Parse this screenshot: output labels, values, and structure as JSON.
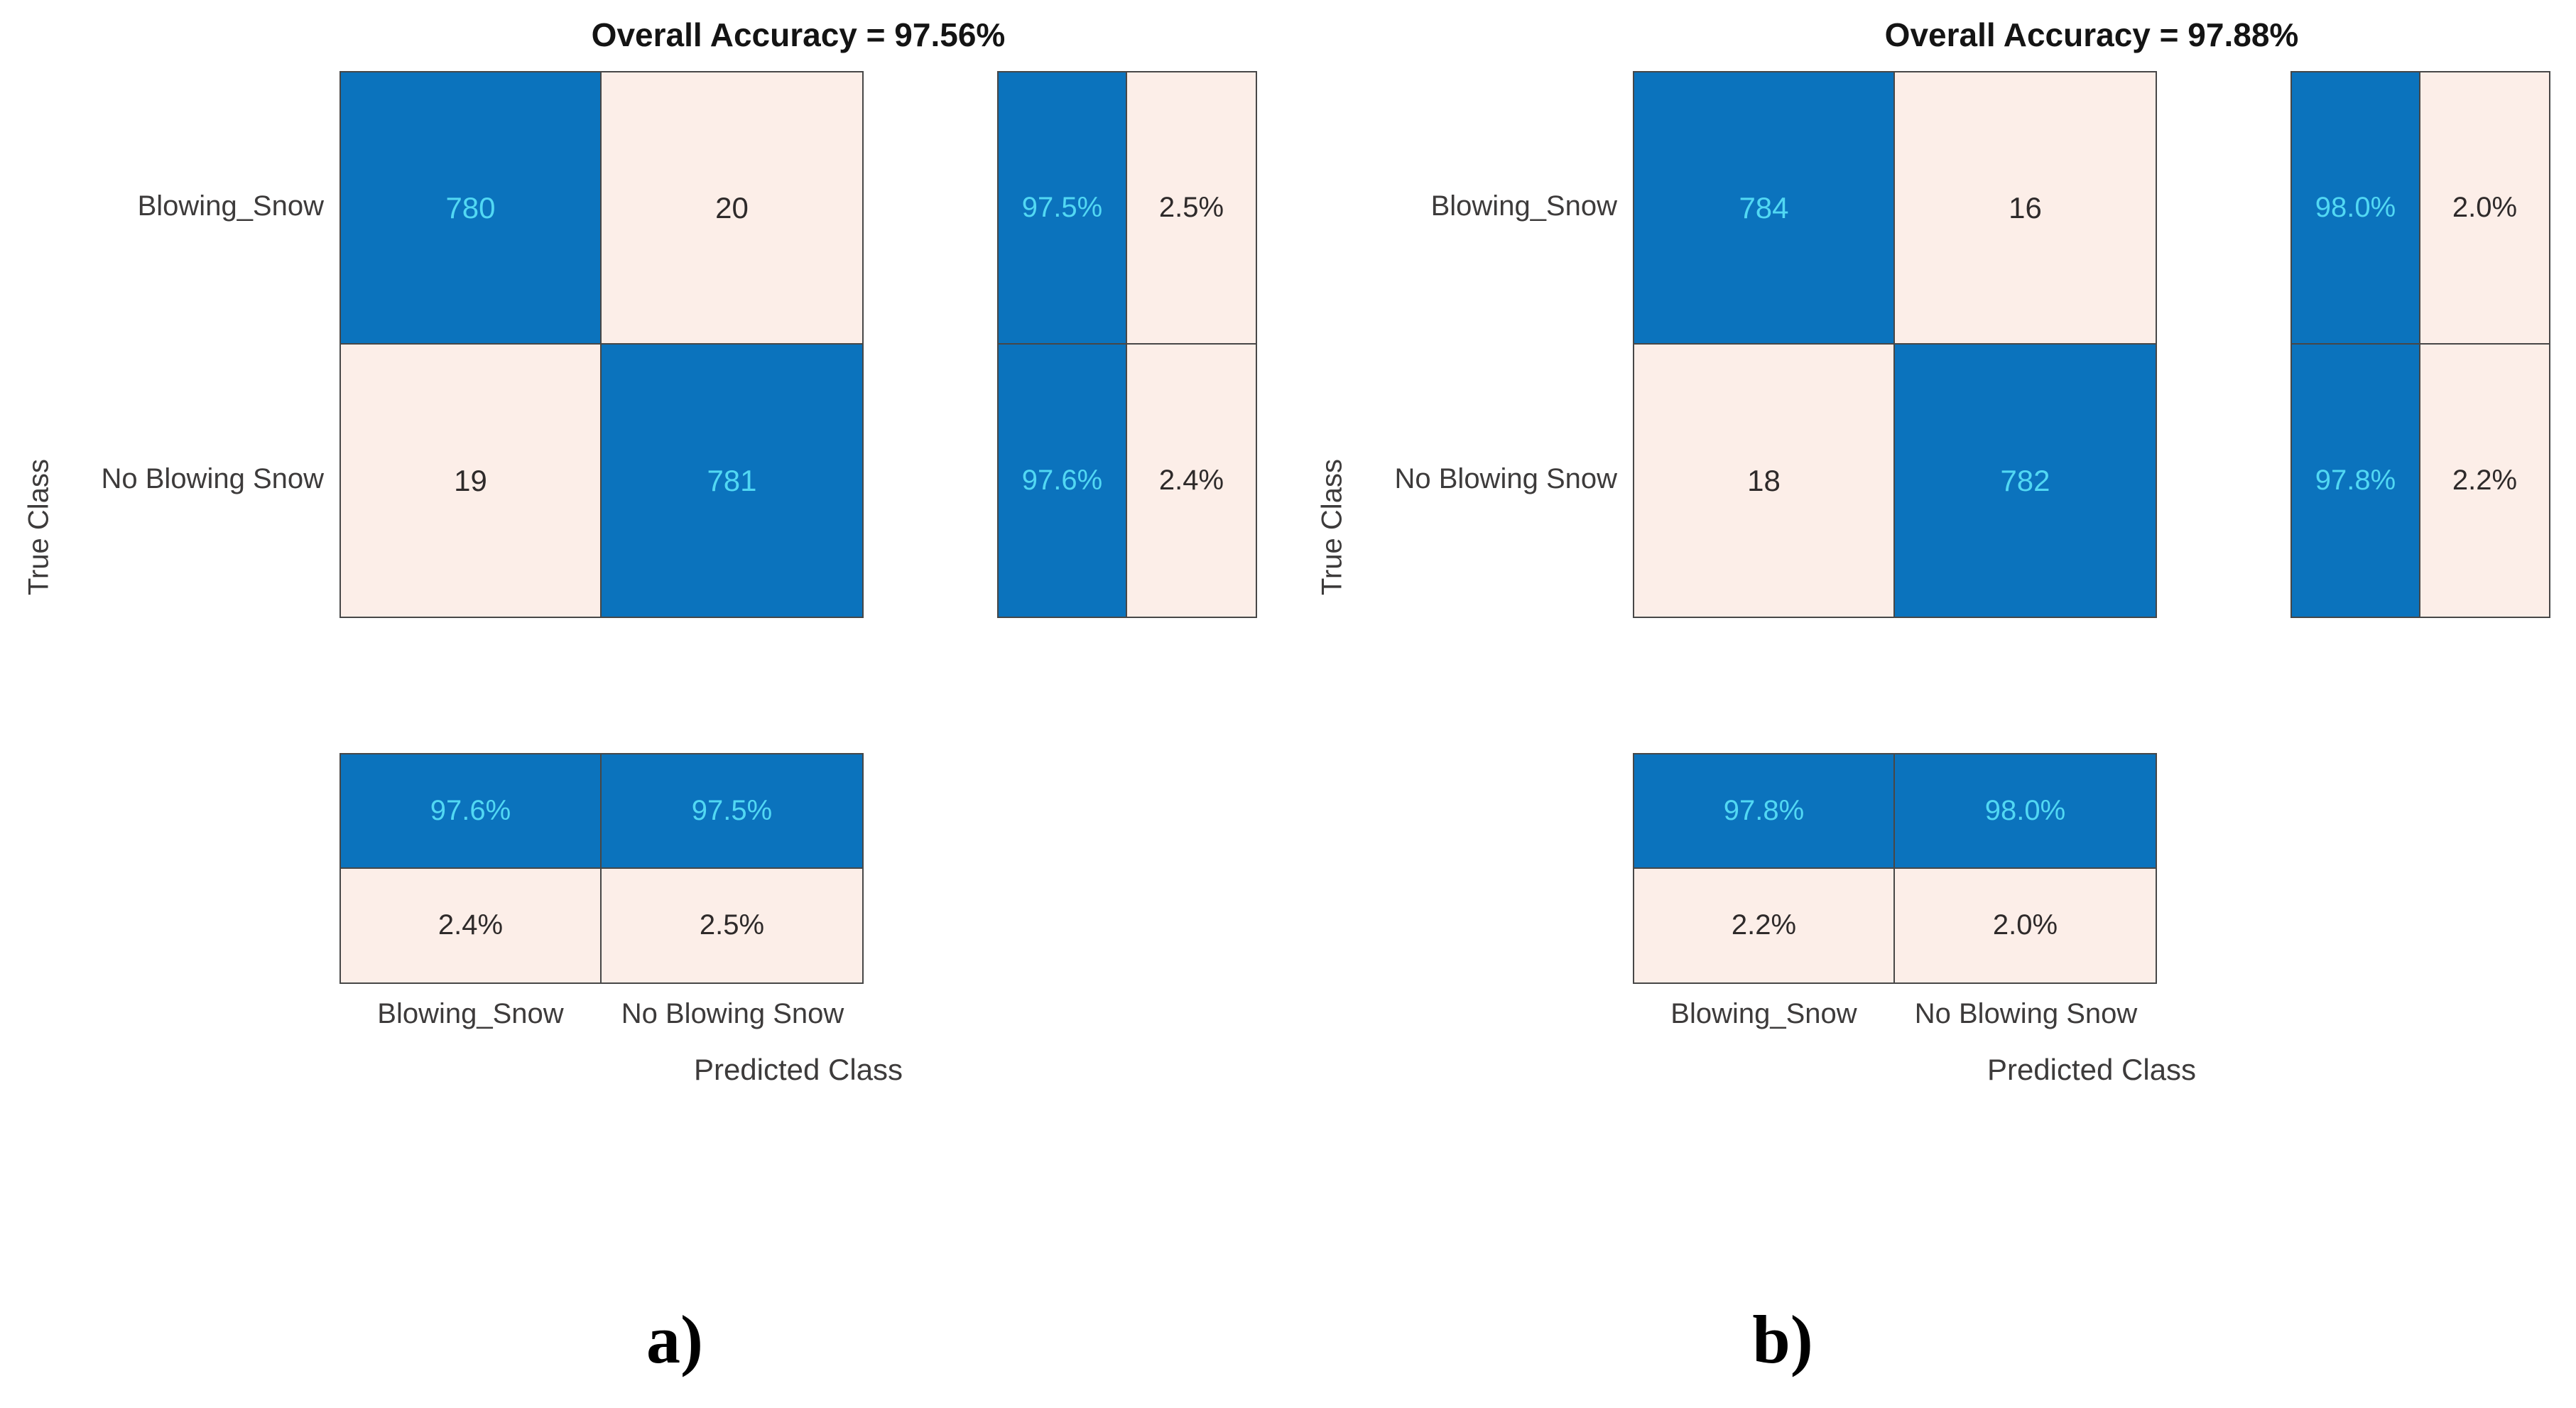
{
  "colors": {
    "diagonal_fill": "#0b73bd",
    "off_diagonal_fill": "#fceee8",
    "diagonal_text": "#52d8f3",
    "off_diagonal_text": "#2e2a2a",
    "grid_border": "#474747",
    "label_text": "#3d3b3b"
  },
  "chart_data": [
    {
      "type": "heatmap",
      "title": "Overall Accuracy = 97.56%",
      "overall_accuracy": "97.56%",
      "caption": "a)",
      "xlabel": "Predicted Class",
      "ylabel": "True Class",
      "x_categories": [
        "Blowing_Snow",
        "No Blowing Snow"
      ],
      "y_categories": [
        "Blowing_Snow",
        "No Blowing Snow"
      ],
      "matrix": [
        [
          780,
          20
        ],
        [
          19,
          781
        ]
      ],
      "row_summary": [
        [
          "97.5%",
          "2.5%"
        ],
        [
          "97.6%",
          "2.4%"
        ]
      ],
      "col_summary": [
        [
          "97.6%",
          "97.5%"
        ],
        [
          "2.4%",
          "2.5%"
        ]
      ]
    },
    {
      "type": "heatmap",
      "title": "Overall Accuracy = 97.88%",
      "overall_accuracy": "97.88%",
      "caption": "b)",
      "xlabel": "Predicted Class",
      "ylabel": "True Class",
      "x_categories": [
        "Blowing_Snow",
        "No Blowing Snow"
      ],
      "y_categories": [
        "Blowing_Snow",
        "No Blowing Snow"
      ],
      "matrix": [
        [
          784,
          16
        ],
        [
          18,
          782
        ]
      ],
      "row_summary": [
        [
          "98.0%",
          "2.0%"
        ],
        [
          "97.8%",
          "2.2%"
        ]
      ],
      "col_summary": [
        [
          "97.8%",
          "98.0%"
        ],
        [
          "2.2%",
          "2.0%"
        ]
      ]
    }
  ]
}
